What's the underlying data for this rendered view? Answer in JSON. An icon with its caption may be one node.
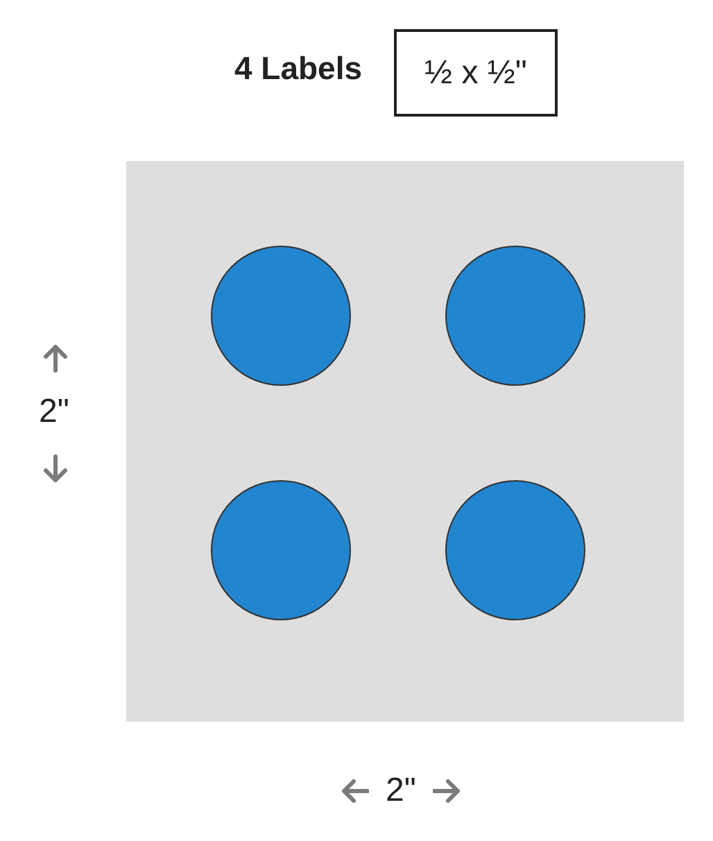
{
  "diagram": {
    "title": "4 Labels",
    "nodes": [
      {
        "text": [
          "½ x ½\""
        ]
      },
      {
        "text": [],
        "shape": "box"
      },
      {
        "text": [],
        "shape": "circle",
        "in": 1
      },
      {
        "text": [],
        "shape": "circle",
        "in": 1
      },
      {
        "text": [],
        "shape": "circle",
        "in": 1
      },
      {
        "text": [],
        "shape": "circle",
        "in": 1
      }
    ],
    "labels": [
      "2\"",
      "2\""
    ]
  }
}
